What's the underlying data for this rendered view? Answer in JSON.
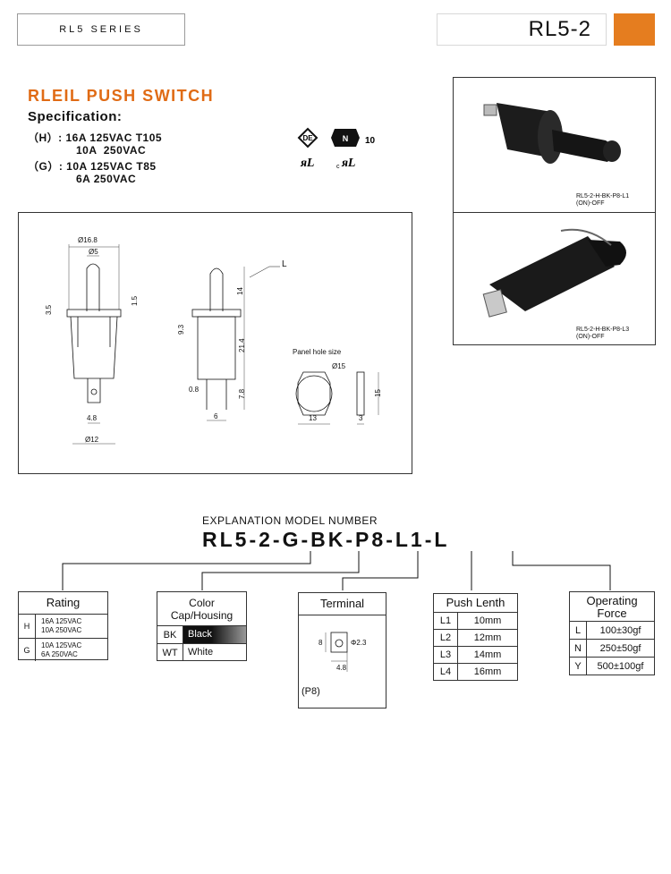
{
  "header": {
    "series": "RL5 SERIES",
    "model": "RL5-2",
    "accent_color": "#e57d1f"
  },
  "title": "RLEIL PUSH SWITCH",
  "spec": {
    "heading": "Specification:",
    "lines": [
      "（H）: 16A 125VAC T105",
      "10A  250VAC",
      "（G）: 10A 125VAC T85",
      "6A 250VAC"
    ]
  },
  "cert_icons": [
    "vde-icon",
    "enec-10-icon",
    "ul-icon",
    "cul-icon"
  ],
  "photos": [
    {
      "caption1": "RL5-2-H-BK-P8-L1",
      "caption2": "(ON)-OFF"
    },
    {
      "caption1": "RL5-2-H-BK-P8-L3",
      "caption2": "(ON)-OFF"
    }
  ],
  "drawing": {
    "dims": [
      "Ø16.8",
      "Ø5",
      "3.5",
      "1.5",
      "4.8",
      "Ø12",
      "L",
      "14",
      "9.3",
      "21.4",
      "0.8",
      "7.8",
      "6"
    ],
    "panel_label": "Panel hole size",
    "panel_dims": [
      "Ø15",
      "13",
      "15",
      "3"
    ]
  },
  "explanation": {
    "heading": "EXPLANATION MODEL NUMBER",
    "parts": [
      "RL5-2",
      "G",
      "BK",
      "P8",
      "L1",
      "L"
    ]
  },
  "rating": {
    "title": "Rating",
    "rows": [
      {
        "code": "H",
        "lines": [
          "16A  125VAC",
          "10A  250VAC"
        ]
      },
      {
        "code": "G",
        "lines": [
          "10A  125VAC",
          "6A   250VAC"
        ]
      }
    ]
  },
  "color": {
    "title_line1": "Color",
    "title_line2": "Cap/Housing",
    "rows": [
      {
        "code": "BK",
        "name": "Black"
      },
      {
        "code": "WT",
        "name": "White"
      }
    ]
  },
  "terminal": {
    "title": "Terminal",
    "dims": [
      "8",
      "Φ2.3",
      "4.8"
    ],
    "label": "(P8)"
  },
  "push": {
    "title": "Push Lenth",
    "rows": [
      {
        "code": "L1",
        "value": "10mm"
      },
      {
        "code": "L2",
        "value": "12mm"
      },
      {
        "code": "L3",
        "value": "14mm"
      },
      {
        "code": "L4",
        "value": "16mm"
      }
    ]
  },
  "force": {
    "title_line1": "Operating",
    "title_line2": "Force",
    "rows": [
      {
        "code": "L",
        "value": "100±30gf"
      },
      {
        "code": "N",
        "value": "250±50gf"
      },
      {
        "code": "Y",
        "value": "500±100gf"
      }
    ]
  }
}
